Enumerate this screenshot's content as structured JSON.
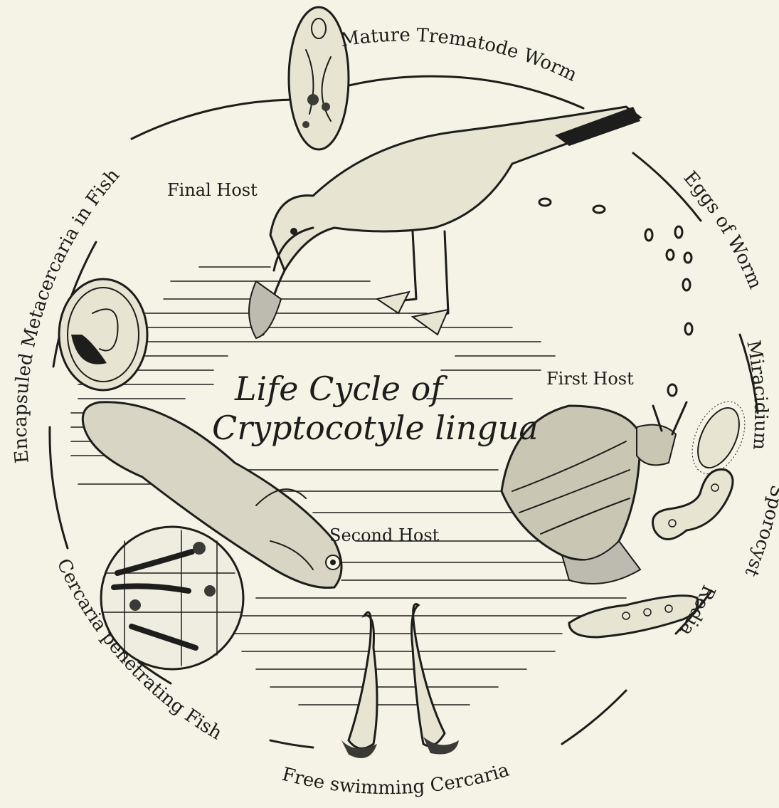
{
  "diagram": {
    "title_line1": "Life Cycle of",
    "title_line2": "Cryptocotyle lingua",
    "hosts": {
      "final": "Final Host",
      "first": "First Host",
      "second": "Second Host"
    },
    "stages": {
      "mature_worm": "Mature Trematode Worm",
      "eggs": "Eggs of Worm",
      "miracidium": "Miracidium",
      "sporocyst": "Sporocyst",
      "redia": "Redia",
      "free_cercaria": "Free swimming Cercaria",
      "cercaria_penetrating": "Cercaria penetrating Fish",
      "metacercaria": "Encapsuled Metacercaria in Fish"
    }
  }
}
